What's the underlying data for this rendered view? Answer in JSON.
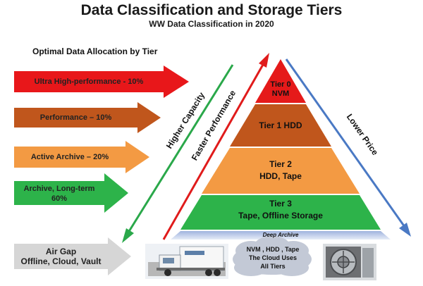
{
  "header": {
    "title": "Data Classification and Storage Tiers",
    "subtitle": "WW Data Classification in 2020"
  },
  "allocation": {
    "heading": "Optimal Data Allocation by Tier",
    "arrows": [
      {
        "label": "Ultra High-performance -  10%",
        "color": "#e8171a"
      },
      {
        "label": "Performance – 10%",
        "color": "#c0561c"
      },
      {
        "label": "Active Archive – 20%",
        "color": "#f39a43"
      },
      {
        "label": "Archive, Long-term\n60%",
        "color": "#2db34a"
      },
      {
        "label": "Air Gap\nOffline, Cloud, Vault",
        "color": "#d6d6d6"
      }
    ]
  },
  "pyramid": {
    "tiers": [
      {
        "name": "Tier 0",
        "media": "NVM",
        "color": "#e51a1a"
      },
      {
        "name": "Tier 1 HDD",
        "media": "",
        "color": "#c0561c"
      },
      {
        "name": "Tier 2",
        "media": "HDD, Tape",
        "color": "#f39a43"
      },
      {
        "name": "Tier 3",
        "media": "Tape, Offline Storage",
        "color": "#2db34a"
      },
      {
        "name": "Deep Archive",
        "media": "",
        "color": "#b9c7e4"
      }
    ]
  },
  "side_labels": {
    "capacity": "Higher Capacity",
    "performance": "Faster Performance",
    "price": "Lower Price"
  },
  "bottom": {
    "truck_icon": "delivery-truck-icon",
    "vault_icon": "vault-door-icon",
    "cloud_line1": "NVM , HDD , Tape",
    "cloud_line2": "The Cloud Uses",
    "cloud_line3": "All Tiers"
  },
  "colors": {
    "green_arrow": "#2aa84a",
    "red_arrow": "#e01b1b",
    "blue_arrow": "#4a79c4"
  }
}
